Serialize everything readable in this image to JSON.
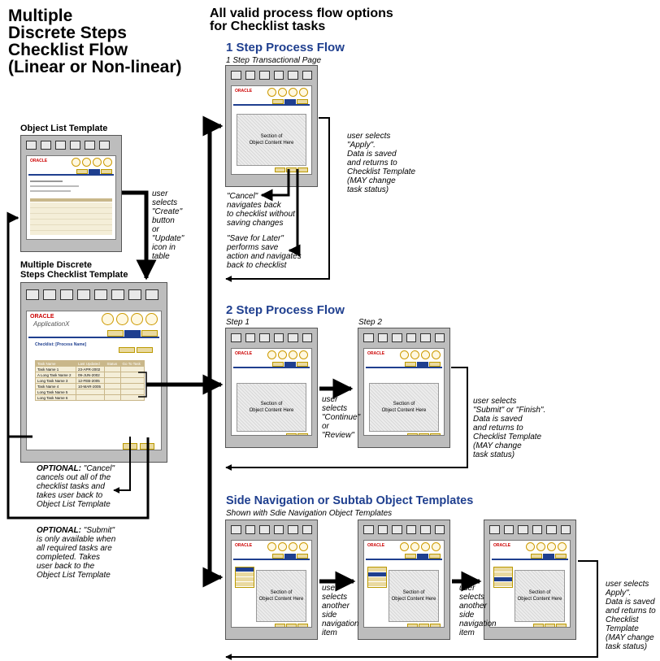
{
  "left": {
    "title_lines": [
      "Multiple",
      "Discrete Steps",
      "Checklist Flow",
      "(Linear or Non-linear)"
    ],
    "object_list_label": "Object List Template",
    "checklist_label_lines": [
      "Multiple Discrete",
      "Steps Checklist Template"
    ],
    "create_note_lines": [
      "user",
      "selects",
      "\"Create\"",
      "button",
      "or",
      "\"Update\"",
      "icon in",
      "table"
    ],
    "cancel_note": {
      "label": "OPTIONAL:",
      "lead": "\"Cancel\"",
      "lines": [
        "cancels out all of the",
        "checklist tasks and",
        "takes user back to",
        "Object List Template"
      ]
    },
    "submit_note": {
      "label": "OPTIONAL:",
      "lead": "\"Submit\"",
      "lines": [
        "is only available when",
        "all required tasks are",
        "completed. Takes",
        "user back to the",
        "Object List Template"
      ]
    },
    "checklist_window": {
      "logo": "ORACLE",
      "app": "ApplicationX",
      "heading": "Checklist: [Process Name]",
      "columns": [
        "Task Name",
        "Last Updated",
        "Status",
        "Go To Task"
      ],
      "rows": [
        [
          "Task Name 1",
          "23-APR-2002",
          "",
          ""
        ],
        [
          "A Long Task Name 2",
          "09-JUN-2002",
          "",
          ""
        ],
        [
          "Long Task Name 3",
          "12-FEB-2005",
          "",
          ""
        ],
        [
          "Task Name 4",
          "10-MAR-2005",
          "",
          ""
        ],
        [
          "Long Task Name 5",
          "",
          "",
          ""
        ],
        [
          "Long Task Name 6",
          "",
          "",
          ""
        ]
      ]
    }
  },
  "right": {
    "title_lines": [
      "All valid process flow options",
      "for Checklist tasks"
    ],
    "one_step": {
      "title": "1 Step Process Flow",
      "subtitle": "1 Step Transactional Page",
      "apply_note_lines": [
        "user selects",
        "\"Apply\".",
        "Data is saved",
        "and returns to",
        "Checklist Template",
        "(MAY change",
        "task status)"
      ],
      "cancel_note_lines": [
        "\"Cancel\"",
        "navigates back",
        "to checklist without",
        "saving changes"
      ],
      "save_note_lines": [
        "\"Save for Later\"",
        "performs save",
        "action and navigates",
        "back to checklist"
      ]
    },
    "two_step": {
      "title": "2 Step Process Flow",
      "step1": "Step 1",
      "step2": "Step 2",
      "continue_note_lines": [
        "user",
        "selects",
        "\"Continue\"",
        "or",
        "\"Review\""
      ],
      "submit_note_lines": [
        "user selects",
        "\"Submit\" or \"Finish\".",
        "Data is saved",
        "and returns to",
        "Checklist Template",
        "(MAY change",
        "task status)"
      ]
    },
    "side_nav": {
      "title": "Side Navigation or Subtab Object Templates",
      "subtitle": "Shown with Sdie Navigation Object Templates",
      "nav_note_lines": [
        "user",
        "selects",
        "another",
        "side",
        "navigation",
        "item"
      ],
      "apply_note_lines": [
        "user selects",
        "Apply\".",
        "Data is saved",
        "and returns to",
        "Checklist",
        "Template",
        "(MAY change",
        "task status)"
      ]
    },
    "content_text_lines": [
      "Section of",
      "Object Content Here"
    ]
  },
  "colors": {
    "accent": "#1f3f8f",
    "tab": "#e9d9a0",
    "window": "#bdbdbd"
  }
}
